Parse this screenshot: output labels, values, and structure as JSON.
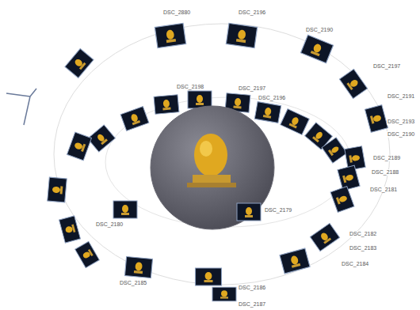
{
  "diagram": {
    "labels": [
      "DSC_2880",
      "DSC_2196",
      "DSC_2190",
      "DSC_2197",
      "DSC_2191",
      "DSC_2198",
      "DSC_2197",
      "DSC_2196",
      "DSC_2193",
      "DSC_2190",
      "DSC_2189",
      "DSC_2188",
      "DSC_2181",
      "DSC_2180",
      "DSC_2179",
      "DSC_2182",
      "DSC_2183",
      "DSC_2184",
      "DSC_2185",
      "DSC_2186",
      "DSC_2187"
    ]
  }
}
